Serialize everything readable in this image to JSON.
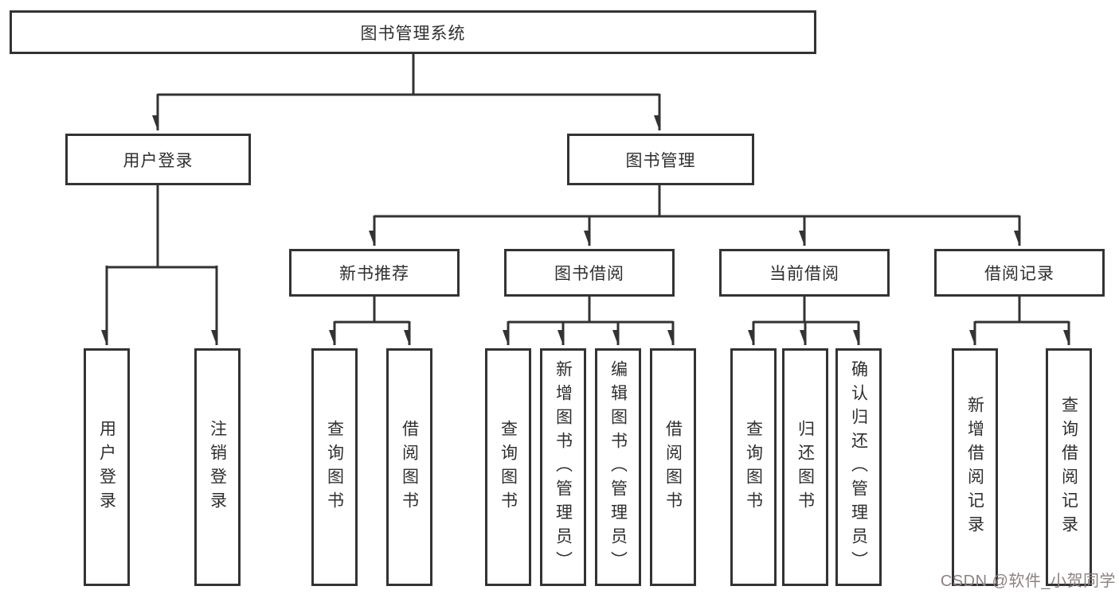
{
  "diagram": {
    "title": "图书管理系统",
    "root": {
      "label": "图书管理系统"
    },
    "level2": {
      "user_login": {
        "label": "用户登录"
      },
      "book_mgmt": {
        "label": "图书管理"
      }
    },
    "level3": {
      "new_book_rec": {
        "label": "新书推荐"
      },
      "book_borrow": {
        "label": "图书借阅"
      },
      "current_borrow": {
        "label": "当前借阅"
      },
      "borrow_records": {
        "label": "借阅记录"
      }
    },
    "leaves": {
      "user_login": [
        "用户登录",
        "注销登录"
      ],
      "new_book_rec": [
        "查询图书",
        "借阅图书"
      ],
      "book_borrow": [
        "查询图书",
        "新增图书（管理员）",
        "编辑图书（管理员）",
        "借阅图书"
      ],
      "current_borrow": [
        "查询图书",
        "归还图书",
        "确认归还（管理员）"
      ],
      "borrow_records": [
        "新增借阅记录",
        "查询借阅记录"
      ]
    },
    "colors": {
      "line": "#333333",
      "box_border": "#333333",
      "text": "#2f2f2f",
      "background": "#ffffff",
      "watermark": "#8c8282"
    },
    "watermark": "CSDN @软件_小贺同学"
  }
}
